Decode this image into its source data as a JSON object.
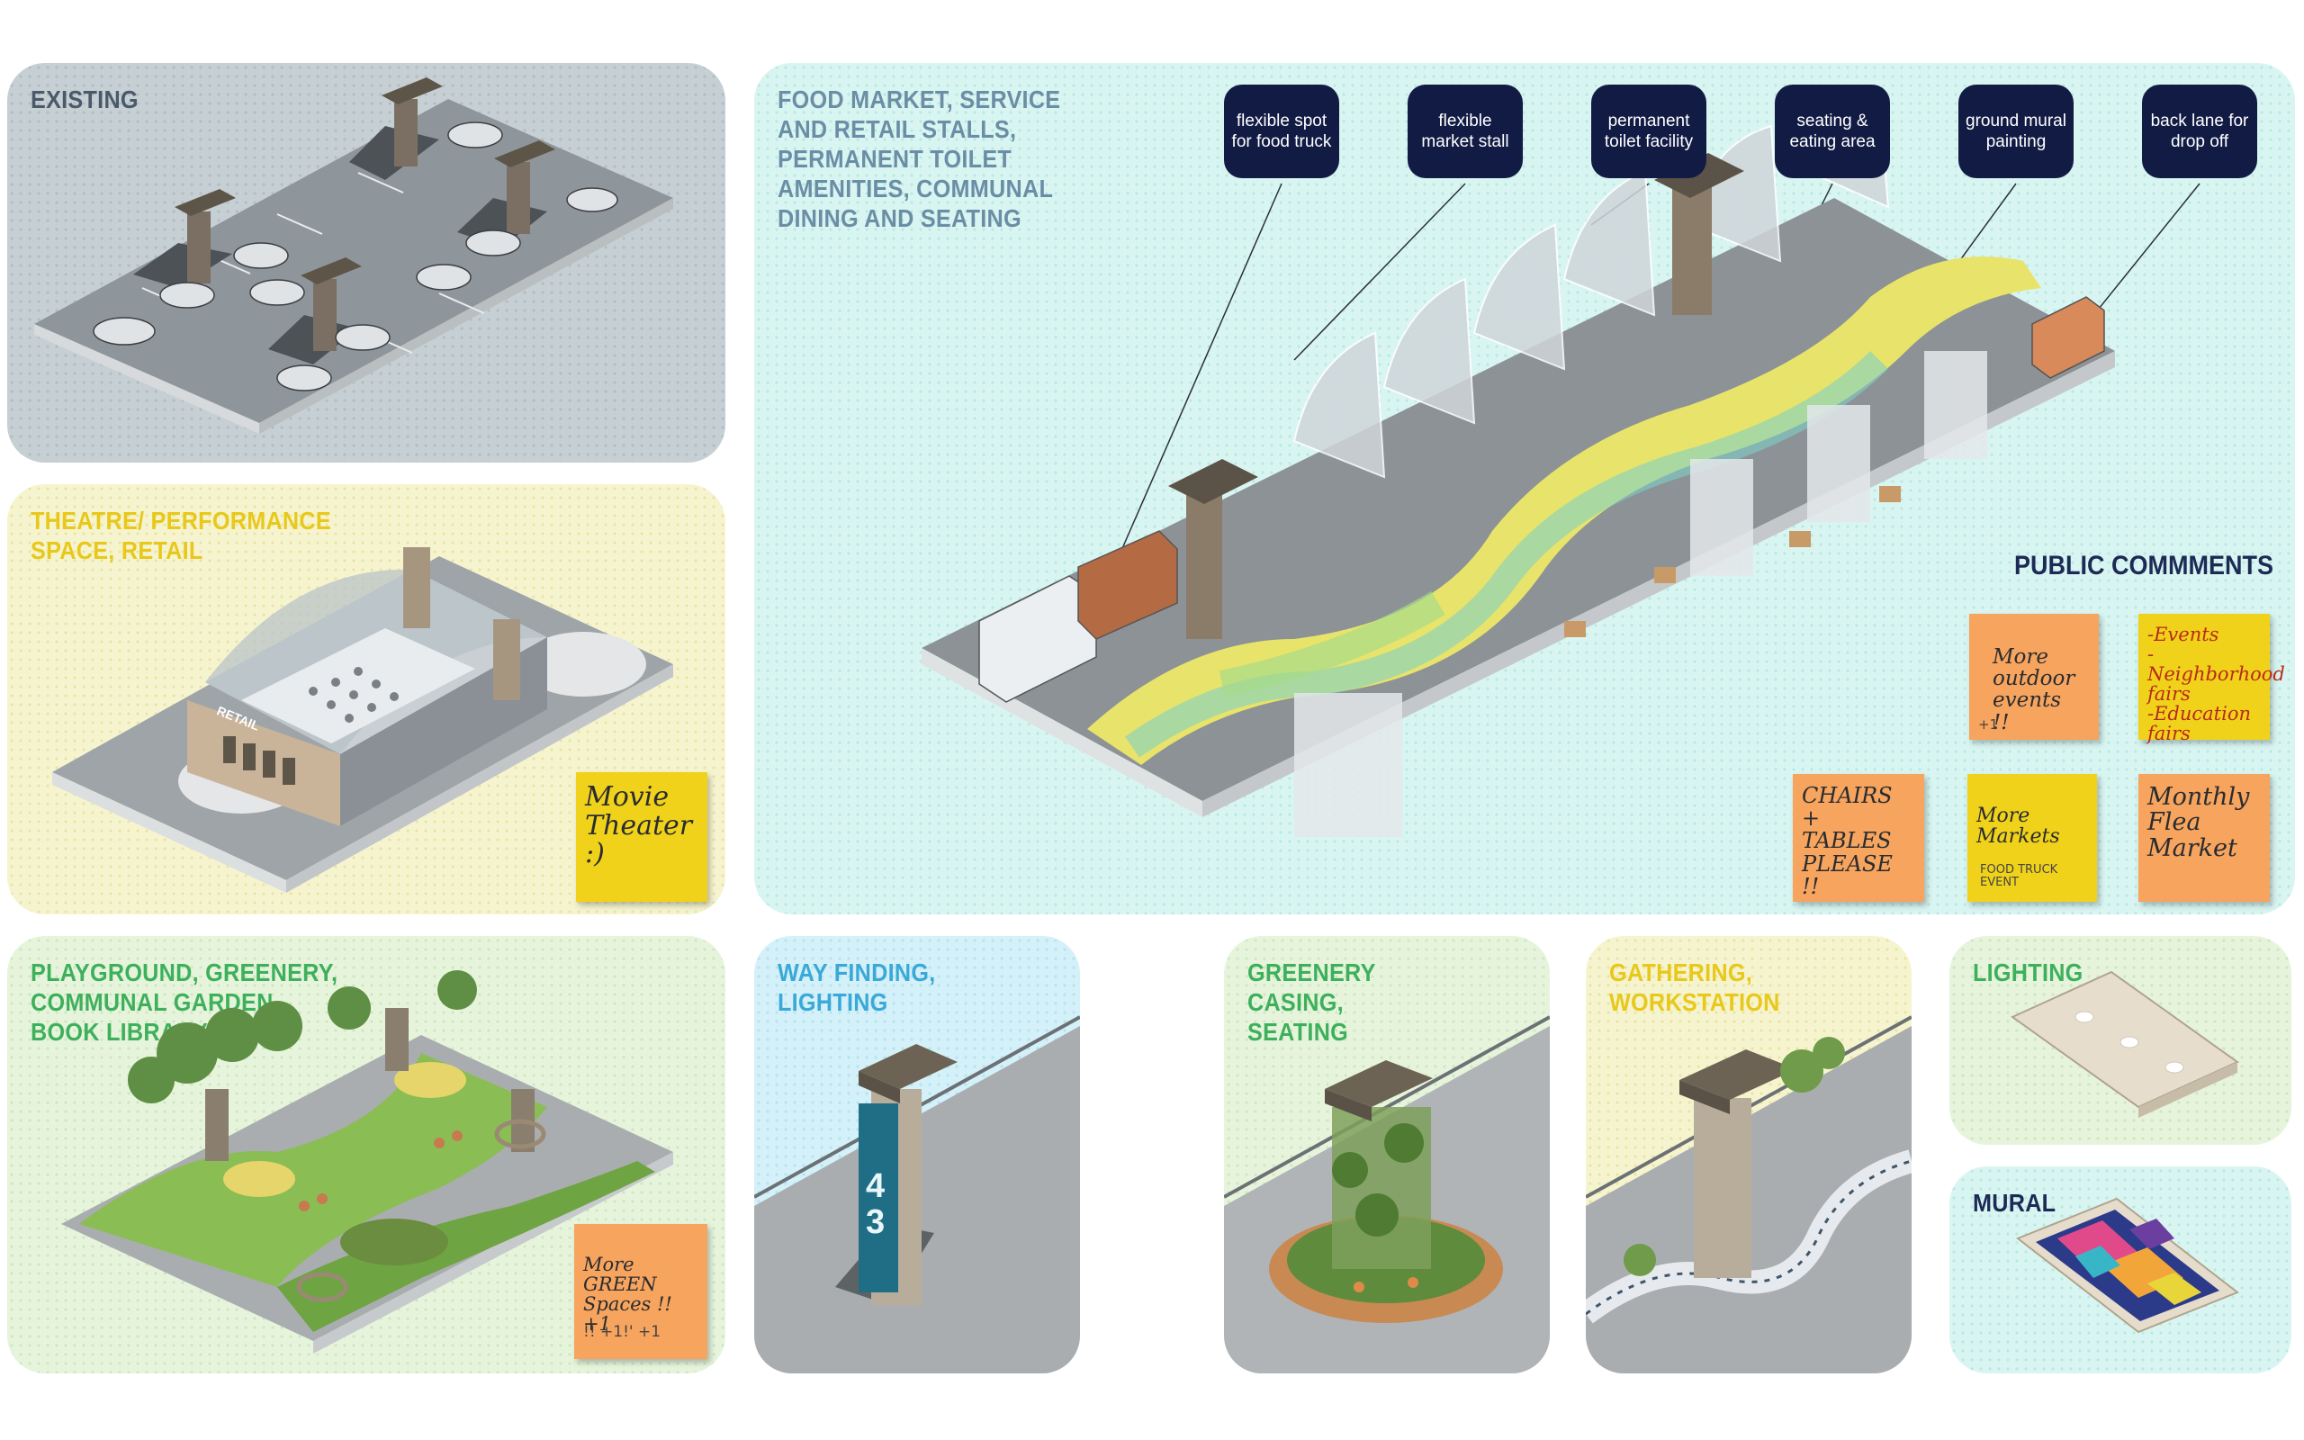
{
  "panels": {
    "existing": {
      "title": "EXISTING"
    },
    "theatre": {
      "title": "THEATRE/ PERFORMANCE\nSPACE, RETAIL",
      "sign_text": "RETAIL"
    },
    "playground": {
      "title": "PLAYGROUND, GREENERY,\nCOMMUNAL GARDEN,\nBOOK LIBRARY"
    },
    "food_market": {
      "title": "FOOD MARKET, SERVICE\nAND RETAIL STALLS,\nPERMANENT TOILET\nAMENITIES, COMMUNAL\nDINING AND SEATING"
    },
    "wayfinding": {
      "title": "WAY FINDING,\nLIGHTING",
      "sign_number": "43"
    },
    "greenery": {
      "title": "GREENERY\nCASING,\nSEATING"
    },
    "gathering": {
      "title": "GATHERING,\nWORKSTATION"
    },
    "lighting": {
      "title": "LIGHTING"
    },
    "mural": {
      "title": "MURAL"
    }
  },
  "callouts": [
    {
      "label": "flexible spot\nfor food truck"
    },
    {
      "label": "flexible\nmarket stall"
    },
    {
      "label": "permanent\ntoilet facility"
    },
    {
      "label": "seating &\neating area"
    },
    {
      "label": "ground mural\npainting"
    },
    {
      "label": "back lane for\ndrop off"
    }
  ],
  "public_comments": {
    "heading": "PUBLIC COMMMENTS",
    "notes": [
      {
        "text": "More\noutdoor\nevents\n!!",
        "extra": "+1"
      },
      {
        "text": "-Events\n-Neighborhood\n fairs\n-Education\n fairs"
      },
      {
        "text": "CHAIRS +\nTABLES\nPLEASE\n!!"
      },
      {
        "text": "More\nMarkets",
        "extra": "FOOD TRUCK\nEVENT"
      },
      {
        "text": "Monthly\nFlea Market"
      }
    ]
  },
  "panel_notes": {
    "theatre": {
      "text": "Movie\nTheater\n:)"
    },
    "playground": {
      "text": "More\nGREEN\nSpaces !! +1",
      "extra": "!!  +1!'  +1"
    }
  },
  "colors": {
    "title_dark": "#4a5a6a",
    "title_yellow": "#e8c81a",
    "title_green": "#3eb05c",
    "title_blue": "#3aa9d8",
    "callout_bg": "#121b44",
    "note_orange": "#f6a45e",
    "note_yellow": "#f0d21a"
  }
}
